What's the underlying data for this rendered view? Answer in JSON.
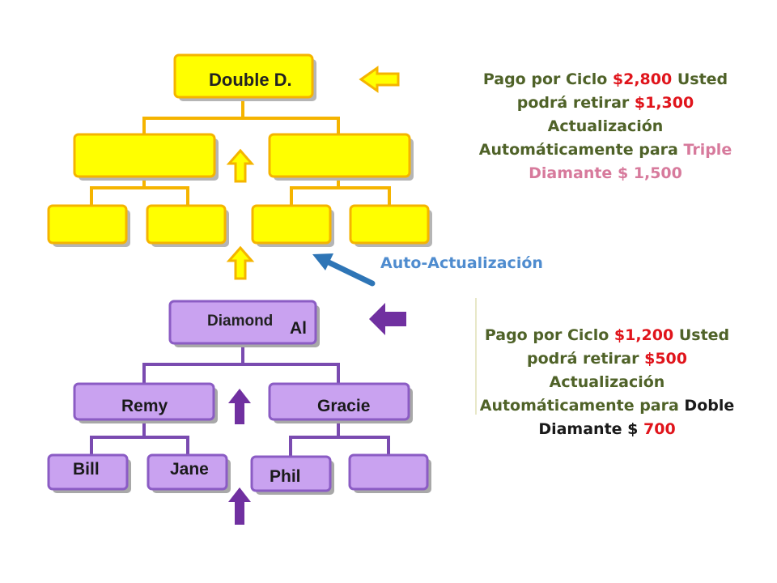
{
  "top_tree": {
    "title": "Double D.",
    "colors": {
      "fill": "#ffff00",
      "stroke": "#f5b400",
      "shadow": "#b5b5b5",
      "connector": "#f5b400"
    }
  },
  "bottom_tree": {
    "title": "Diamond",
    "root_name": "Al",
    "left_child": "Remy",
    "right_child": "Gracie",
    "grandchildren": [
      "Bill",
      "Jane",
      "Phil",
      ""
    ],
    "colors": {
      "fill": "#c9a2f0",
      "stroke": "#8b5cc4",
      "shadow": "#a8a8a8",
      "connector": "#7a4bb0"
    }
  },
  "info_top": {
    "t1": "Pago por Ciclo ",
    "v1": "$2,800",
    "t2": " Usted podrá retirar ",
    "v2": "$1,300",
    "t3": " Actualización Automáticamente para ",
    "t4": "Triple Diamante",
    "v3": " $ 1,500"
  },
  "info_bottom": {
    "t1": "Pago por Ciclo ",
    "v1": "$1,200",
    "t2": " Usted podrá retirar ",
    "v2": "$500",
    "t3": " Actualización Automáticamente para ",
    "t4": "Doble Diamante",
    "v3_prefix": " $ ",
    "v3": "700"
  },
  "auto_update_label": "Auto-Actualización",
  "arrow_colors": {
    "yellow_fill": "#ffff00",
    "yellow_stroke": "#f5b400",
    "purple": "#7030a0",
    "blue": "#2e75b6"
  }
}
